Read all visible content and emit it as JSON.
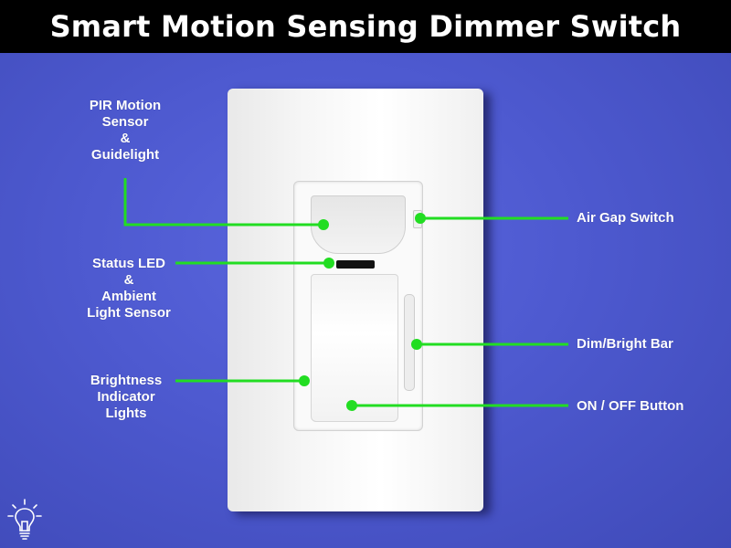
{
  "title": "Smart Motion Sensing Dimmer Switch",
  "labels": {
    "pir": [
      "PIR Motion",
      "Sensor",
      "&",
      "Guidelight"
    ],
    "status_led": [
      "Status LED",
      "&",
      "Ambient",
      "Light Sensor"
    ],
    "brightness": [
      "Brightness",
      "Indicator",
      "Lights"
    ],
    "air_gap": "Air Gap Switch",
    "dim_bar": "Dim/Bright Bar",
    "on_off": "ON / OFF Button"
  },
  "colors": {
    "background": "#4b57c9",
    "title_bar": "#000000",
    "leader_line": "#22dd22",
    "text": "#ffffff"
  },
  "icons": [
    "lightbulb-icon"
  ]
}
